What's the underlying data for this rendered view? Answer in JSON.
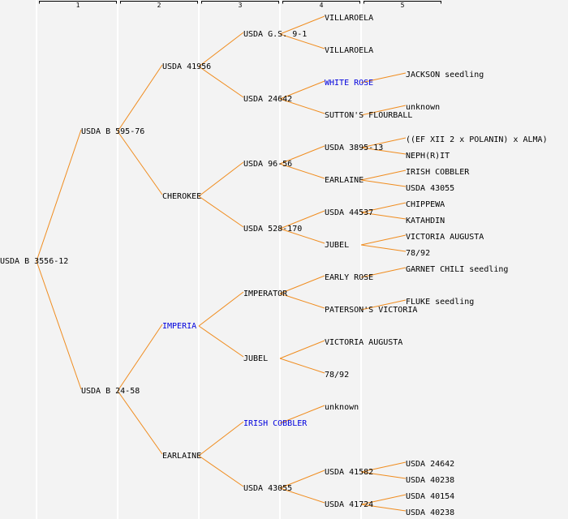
{
  "title": "Pedigree: USDA B 3556-12",
  "generations": [
    "1",
    "2",
    "3",
    "4",
    "5"
  ],
  "colors": {
    "link": "#f08c1e",
    "text": "#000000",
    "highlight": "#0000dd",
    "background": "#f3f3f3"
  },
  "root": {
    "name": "USDA B 3556-12",
    "children": [
      {
        "name": "USDA B 595-76",
        "children": [
          {
            "name": "USDA 41956",
            "children": [
              {
                "name": "USDA G.S. 9-1",
                "children": [
                  {
                    "name": "VILLAROELA"
                  },
                  {
                    "name": "VILLAROELA"
                  }
                ]
              },
              {
                "name": "USDA 24642",
                "children": [
                  {
                    "name": "WHITE ROSE",
                    "highlight": true,
                    "children": [
                      {
                        "name": "JACKSON seedling"
                      }
                    ]
                  },
                  {
                    "name": "SUTTON'S FLOURBALL",
                    "children": [
                      {
                        "name": "unknown"
                      }
                    ]
                  }
                ]
              }
            ]
          },
          {
            "name": "CHEROKEE",
            "children": [
              {
                "name": "USDA 96-56",
                "children": [
                  {
                    "name": "USDA 3895-13",
                    "children": [
                      {
                        "name": "((EF XII 2 x POLANIN) x ALMA)"
                      },
                      {
                        "name": "NEPH(R)IT"
                      }
                    ]
                  },
                  {
                    "name": "EARLAINE",
                    "children": [
                      {
                        "name": "IRISH COBBLER"
                      },
                      {
                        "name": "USDA 43055"
                      }
                    ]
                  }
                ]
              },
              {
                "name": "USDA 528-170",
                "children": [
                  {
                    "name": "USDA 44537",
                    "children": [
                      {
                        "name": "CHIPPEWA"
                      },
                      {
                        "name": "KATAHDIN"
                      }
                    ]
                  },
                  {
                    "name": "JUBEL",
                    "children": [
                      {
                        "name": "VICTORIA AUGUSTA"
                      },
                      {
                        "name": "78/92"
                      }
                    ]
                  }
                ]
              }
            ]
          }
        ]
      },
      {
        "name": "USDA B 24-58",
        "children": [
          {
            "name": "IMPERIA",
            "highlight": true,
            "children": [
              {
                "name": "IMPERATOR",
                "children": [
                  {
                    "name": "EARLY ROSE",
                    "children": [
                      {
                        "name": "GARNET CHILI seedling"
                      }
                    ]
                  },
                  {
                    "name": "PATERSON'S VICTORIA",
                    "children": [
                      {
                        "name": "FLUKE seedling"
                      }
                    ]
                  }
                ]
              },
              {
                "name": "JUBEL",
                "children": [
                  {
                    "name": "VICTORIA AUGUSTA"
                  },
                  {
                    "name": "78/92"
                  }
                ]
              }
            ]
          },
          {
            "name": "EARLAINE",
            "children": [
              {
                "name": "IRISH COBBLER",
                "highlight": true,
                "children": [
                  {
                    "name": "unknown"
                  }
                ]
              },
              {
                "name": "USDA 43055",
                "children": [
                  {
                    "name": "USDA 41582",
                    "children": [
                      {
                        "name": "USDA 24642"
                      },
                      {
                        "name": "USDA 40238"
                      }
                    ]
                  },
                  {
                    "name": "USDA 41724",
                    "children": [
                      {
                        "name": "USDA 40154"
                      },
                      {
                        "name": "USDA 40238"
                      }
                    ]
                  }
                ]
              }
            ]
          }
        ]
      }
    ]
  }
}
